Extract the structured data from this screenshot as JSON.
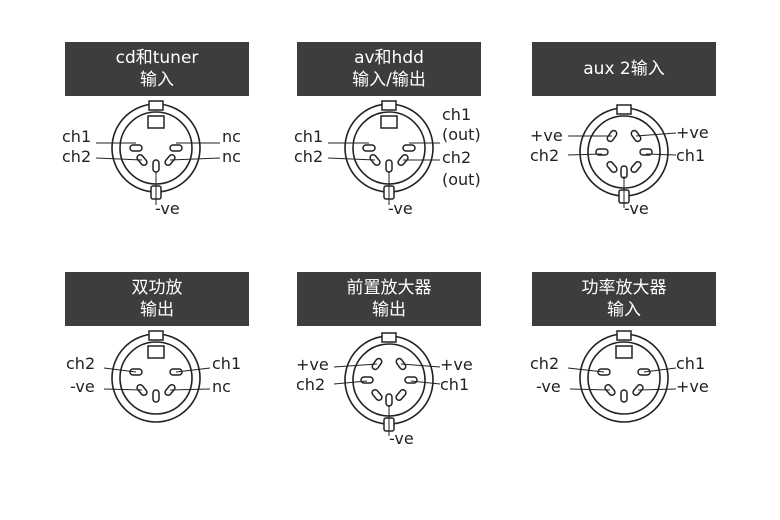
{
  "connectors": [
    {
      "title": [
        "cd和tuner",
        "输入"
      ],
      "labels": [
        "ch1",
        "ch2",
        "nc",
        "nc",
        "-ve"
      ]
    },
    {
      "title": [
        "av和hdd",
        "输入/输出"
      ],
      "labels": [
        "ch1",
        "ch2",
        "ch1",
        "(out)",
        "ch2",
        "(out)",
        "-ve"
      ]
    },
    {
      "title": [
        "aux 2输入"
      ],
      "labels": [
        "+ve",
        "ch2",
        "+ve",
        "ch1",
        "-ve"
      ]
    },
    {
      "title": [
        "双功放",
        "输出"
      ],
      "labels": [
        "ch2",
        "-ve",
        "ch1",
        "nc"
      ]
    },
    {
      "title": [
        "前置放大器",
        "输出"
      ],
      "labels": [
        "+ve",
        "ch2",
        "+ve",
        "ch1",
        "-ve"
      ]
    },
    {
      "title": [
        "功率放大器",
        "输入"
      ],
      "labels": [
        "ch2",
        "-ve",
        "ch1",
        "+ve"
      ]
    }
  ]
}
